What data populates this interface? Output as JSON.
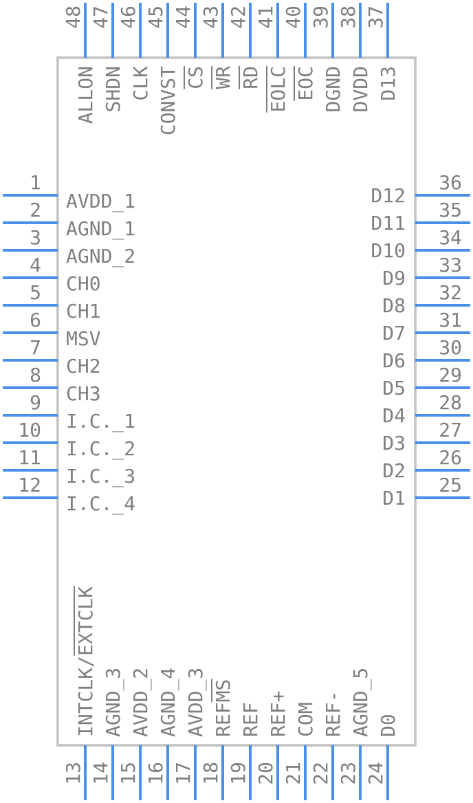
{
  "left_pins": [
    {
      "num": "1",
      "name": "AVDD_1"
    },
    {
      "num": "2",
      "name": "AGND_1"
    },
    {
      "num": "3",
      "name": "AGND_2"
    },
    {
      "num": "4",
      "name": "CH0"
    },
    {
      "num": "5",
      "name": "CH1"
    },
    {
      "num": "6",
      "name": "MSV"
    },
    {
      "num": "7",
      "name": "CH2"
    },
    {
      "num": "8",
      "name": "CH3"
    },
    {
      "num": "9",
      "name": "I.C._1"
    },
    {
      "num": "10",
      "name": "I.C._2"
    },
    {
      "num": "11",
      "name": "I.C._3"
    },
    {
      "num": "12",
      "name": "I.C._4"
    }
  ],
  "right_pins": [
    {
      "num": "36",
      "name": "D12"
    },
    {
      "num": "35",
      "name": "D11"
    },
    {
      "num": "34",
      "name": "D10"
    },
    {
      "num": "33",
      "name": "D9"
    },
    {
      "num": "32",
      "name": "D8"
    },
    {
      "num": "31",
      "name": "D7"
    },
    {
      "num": "30",
      "name": "D6"
    },
    {
      "num": "29",
      "name": "D5"
    },
    {
      "num": "28",
      "name": "D4"
    },
    {
      "num": "27",
      "name": "D3"
    },
    {
      "num": "26",
      "name": "D2"
    },
    {
      "num": "25",
      "name": "D1"
    }
  ],
  "top_pins": [
    {
      "num": "48",
      "name": "ALLON",
      "overbar": false
    },
    {
      "num": "47",
      "name": "SHDN",
      "overbar": false
    },
    {
      "num": "46",
      "name": "CLK",
      "overbar": false
    },
    {
      "num": "45",
      "name": "CONVST",
      "overbar": false
    },
    {
      "num": "44",
      "name": "CS",
      "overbar": true
    },
    {
      "num": "43",
      "name": "WR",
      "overbar": true
    },
    {
      "num": "42",
      "name": "RD",
      "overbar": true
    },
    {
      "num": "41",
      "name": "EOLC",
      "overbar": true
    },
    {
      "num": "40",
      "name": "EOC",
      "overbar": true
    },
    {
      "num": "39",
      "name": "DGND",
      "overbar": false
    },
    {
      "num": "38",
      "name": "DVDD",
      "overbar": false
    },
    {
      "num": "37",
      "name": "D13",
      "overbar": false
    }
  ],
  "bottom_pins": [
    {
      "num": "13",
      "name": "INTCLK/EXTCLK",
      "overbar_part": "EXTCLK"
    },
    {
      "num": "14",
      "name": "AGND_3",
      "overbar_part": ""
    },
    {
      "num": "15",
      "name": "AVDD_2",
      "overbar_part": ""
    },
    {
      "num": "16",
      "name": "AGND_4",
      "overbar_part": ""
    },
    {
      "num": "17",
      "name": "AVDD_3",
      "overbar_part": ""
    },
    {
      "num": "18",
      "name": "REFMS",
      "overbar_part": "MS"
    },
    {
      "num": "19",
      "name": "REF",
      "overbar_part": ""
    },
    {
      "num": "20",
      "name": "REF+",
      "overbar_part": ""
    },
    {
      "num": "21",
      "name": "COM",
      "overbar_part": ""
    },
    {
      "num": "22",
      "name": "REF-",
      "overbar_part": ""
    },
    {
      "num": "23",
      "name": "AGND_5",
      "overbar_part": ""
    },
    {
      "num": "24",
      "name": "D0",
      "overbar_part": ""
    }
  ]
}
